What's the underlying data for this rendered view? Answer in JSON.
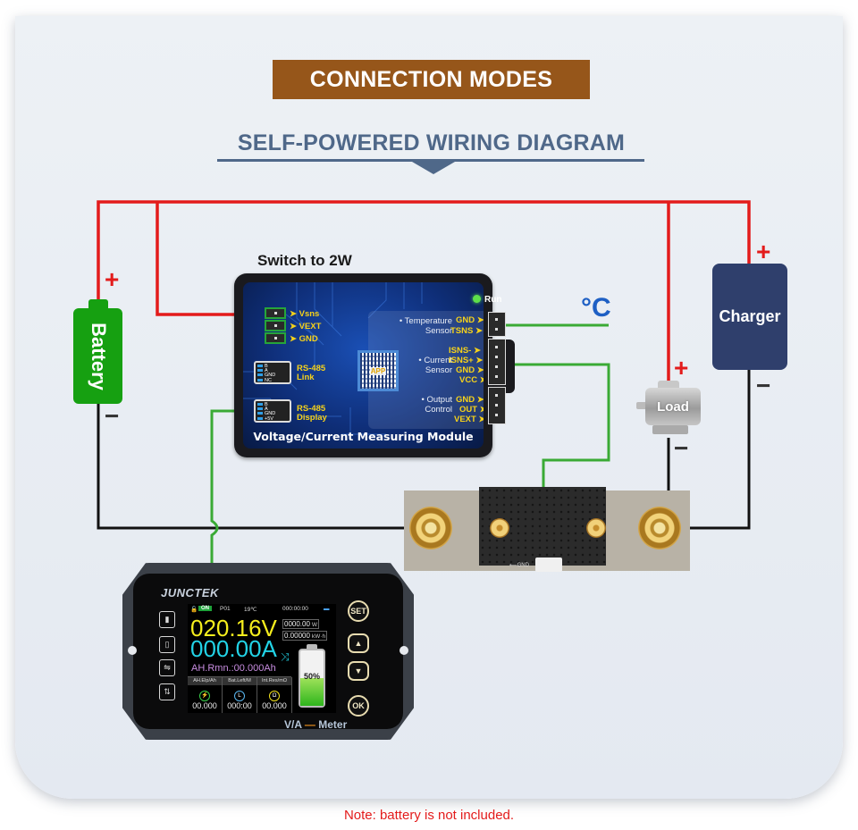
{
  "header": {
    "banner_title": "CONNECTION MODES",
    "subtitle": "SELF-POWERED WIRING DIAGRAM"
  },
  "colors": {
    "banner_bg": "#96561a",
    "subtitle": "#4f6889",
    "positive_wire": "#e31b1b",
    "negative_wire": "#111111",
    "signal_wire": "#3aaa35",
    "battery": "#16a011",
    "charger": "#2f3f6c",
    "note": "#e31b1b"
  },
  "battery": {
    "label": "Battery",
    "positive": "+",
    "negative": "−"
  },
  "charger": {
    "label": "Charger",
    "positive": "+",
    "negative": "−"
  },
  "load": {
    "label": "Load",
    "positive": "+",
    "negative": "−"
  },
  "temperature_probe": {
    "label": "°C"
  },
  "module": {
    "switch_label": "Switch to 2W",
    "title": "Voltage/Current Measuring Module",
    "run_label": "Run",
    "qr_label": "APP",
    "power_terminals": [
      "Vsns",
      "VEXT",
      "GND"
    ],
    "rs485_link": {
      "label_line1": "RS-485",
      "label_line2": "Link",
      "pins": [
        "B",
        "A",
        "GND",
        "NC"
      ]
    },
    "rs485_display": {
      "label_line1": "RS-485",
      "label_line2": "Display",
      "pins": [
        "B",
        "A",
        "GND",
        "+5V"
      ]
    },
    "groups": [
      {
        "name_line1": "Temperature",
        "name_line2": "Sensor",
        "pins": [
          "GND",
          "TSNS"
        ]
      },
      {
        "name_line1": "Current",
        "name_line2": "Sensor",
        "pins": [
          "ISNS-",
          "ISNS+",
          "GND",
          "VCC"
        ]
      },
      {
        "name_line1": "Output",
        "name_line2": "Control",
        "pins": [
          "GND",
          "OUT",
          "VEXT"
        ]
      }
    ]
  },
  "shunt": {
    "connector_label": "GND"
  },
  "meter": {
    "brand": "JUNCTEK",
    "label_left": "V/A",
    "label_dash": "—",
    "label_right": "Meter",
    "status": {
      "lock": "🔓",
      "on": "ON",
      "program": "P01",
      "temperature": "19℃",
      "timer": "000:00:00"
    },
    "voltage": "020.16V",
    "current": "000.00A",
    "power": "0000.00",
    "power_unit": "W",
    "energy": "0.00000",
    "energy_unit": "kW·h",
    "ah_remaining": "AH.Rmn.:00.000Ah",
    "battery_percent": "50%",
    "battery_level": 0.5,
    "columns": [
      {
        "header": "AH.Elp/Ah",
        "icon": "lightning-icon",
        "glyph": "⚡",
        "value": "00.000",
        "color": "#39d04a"
      },
      {
        "header": "Bat.Left/M",
        "icon": "clock-icon",
        "glyph": "L",
        "value": "000:00",
        "color": "#5ab8f2"
      },
      {
        "header": "Int.Res/mΩ",
        "icon": "ohm-icon",
        "glyph": "Ω",
        "value": "00.000",
        "color": "#f2e21d"
      }
    ],
    "side_icons": [
      "battery-icon",
      "phone-icon",
      "ocp-ovp-icon",
      "transfer-icon"
    ],
    "side_icon_glyphs": [
      "▮",
      "▯",
      "⇋",
      "⇅"
    ],
    "buttons": {
      "set": "SET",
      "up": "▲",
      "down": "▼",
      "ok": "OK"
    }
  },
  "note": "Note: battery is not included."
}
